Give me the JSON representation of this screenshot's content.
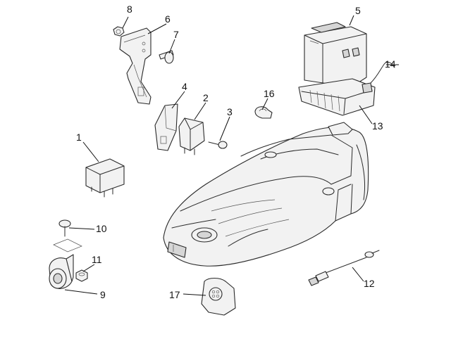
{
  "callouts": {
    "c1": "1",
    "c2": "2",
    "c3": "3",
    "c4": "4",
    "c5": "5",
    "c6": "6",
    "c7": "7",
    "c8": "8",
    "c9": "9",
    "c10": "10",
    "c11": "11",
    "c12": "12",
    "c13": "13",
    "c14": "14",
    "c16": "16",
    "c17": "17"
  }
}
